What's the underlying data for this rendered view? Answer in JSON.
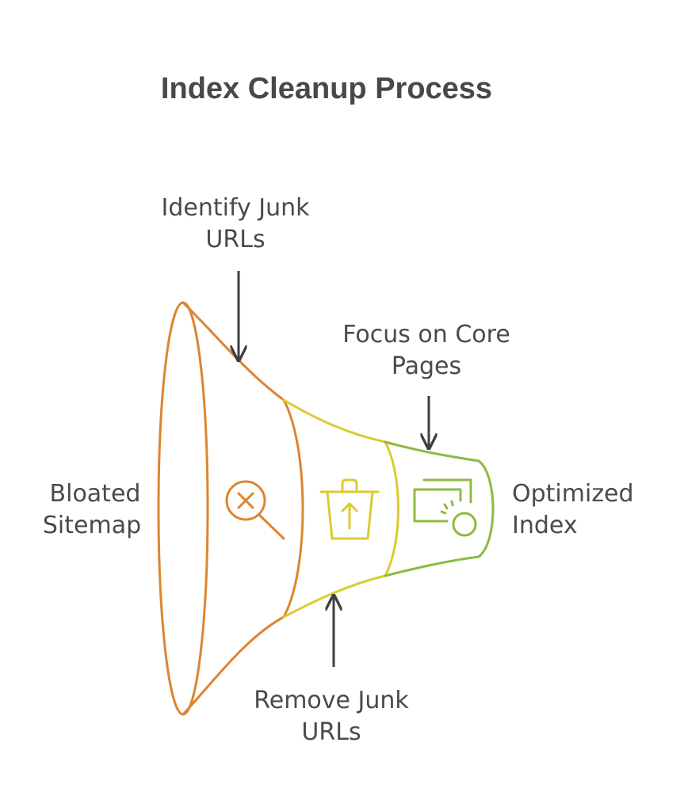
{
  "title": "Index Cleanup Process",
  "labels": {
    "left": [
      "Bloated",
      "Sitemap"
    ],
    "right": [
      "Optimized",
      "Index"
    ],
    "identify": [
      "Identify Junk",
      "URLs"
    ],
    "focus": [
      "Focus on Core",
      "Pages"
    ],
    "remove": [
      "Remove Junk",
      "URLs"
    ]
  },
  "stages": [
    {
      "name": "identify-junk",
      "icon": "magnifier-x-icon",
      "color": "#DE8431"
    },
    {
      "name": "remove-junk",
      "icon": "trash-upload-icon",
      "color": "#DCCB2E"
    },
    {
      "name": "focus-core",
      "icon": "screen-click-icon",
      "color": "#8DBB3E"
    }
  ],
  "colors": {
    "orange": "#DE8431",
    "yellow": "#DCCB2E",
    "green": "#8DBB3E",
    "arrow": "#3f3f3f",
    "text": "#4a4a4a"
  }
}
